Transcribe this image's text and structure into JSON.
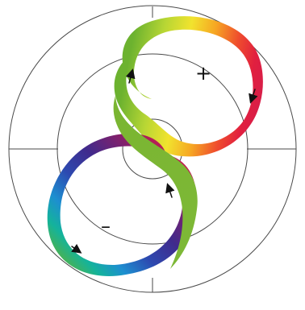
{
  "diagram": {
    "colors": {
      "background": "#ffffff",
      "outline": "#4a4a4a",
      "arrow": "#111111"
    },
    "upper_loop": {
      "sign": "+",
      "gradient_colors": [
        "#6cb22f",
        "#b7d634",
        "#f1e32e",
        "#f6a623",
        "#ef4d2d",
        "#e11f3f",
        "#d41d4c"
      ]
    },
    "lower_loop": {
      "sign": "–",
      "gradient_colors": [
        "#d31d4b",
        "#8b1f67",
        "#402a8c",
        "#2d49b0",
        "#1d8fd0",
        "#14b39b",
        "#4fb24a",
        "#8fbf3b"
      ]
    },
    "arrow_icons": [
      "arrow-up-left",
      "arrow-down-right",
      "arrow-up-right",
      "arrow-down-left"
    ]
  }
}
